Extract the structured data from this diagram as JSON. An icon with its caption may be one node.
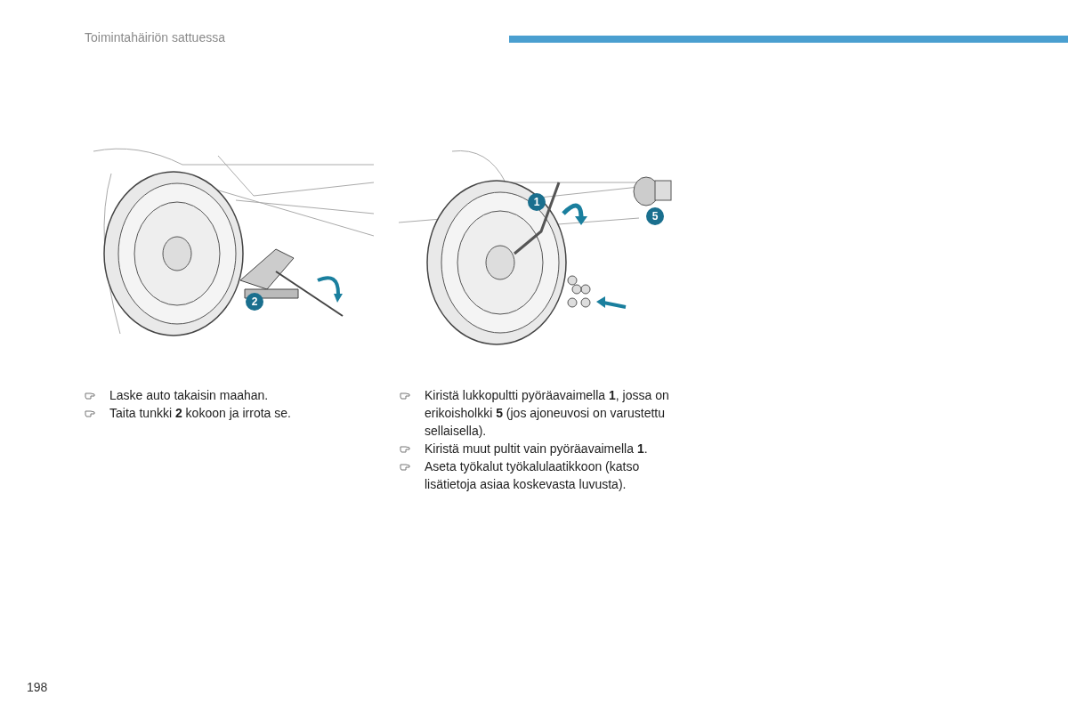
{
  "diagram": {
    "title": "Toimintahäiriön sattuessa",
    "labels": [
      "2",
      "1",
      "5",
      "Laske auto takaisin maahan.",
      "Taita tunkki **2** kokoon ja irrota se.",
      "Kiristä lukkopultti pyöräavaimella **1**, jossa on erikoisholkki **5** (jos ajoneuvosi on varustettu sellaisella).",
      "Kiristä muut pultit vain pyöräavaimella **1**.",
      "Aseta työkalut työkalulaatikkoon (katso lisätietoja asiaa koskevasta luvusta).",
      "198"
    ]
  }
}
